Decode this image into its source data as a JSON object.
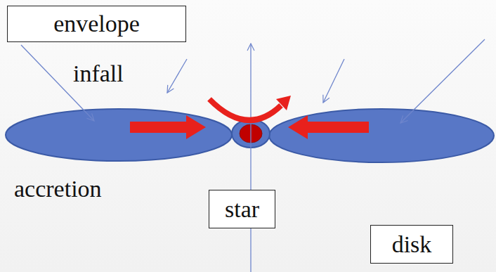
{
  "diagram": {
    "nodes": [
      {
        "text": [
          "envelope"
        ]
      },
      {
        "text": [
          "star"
        ]
      },
      {
        "text": [
          "disk"
        ]
      }
    ],
    "labels": [
      "infall",
      "accretion"
    ]
  }
}
